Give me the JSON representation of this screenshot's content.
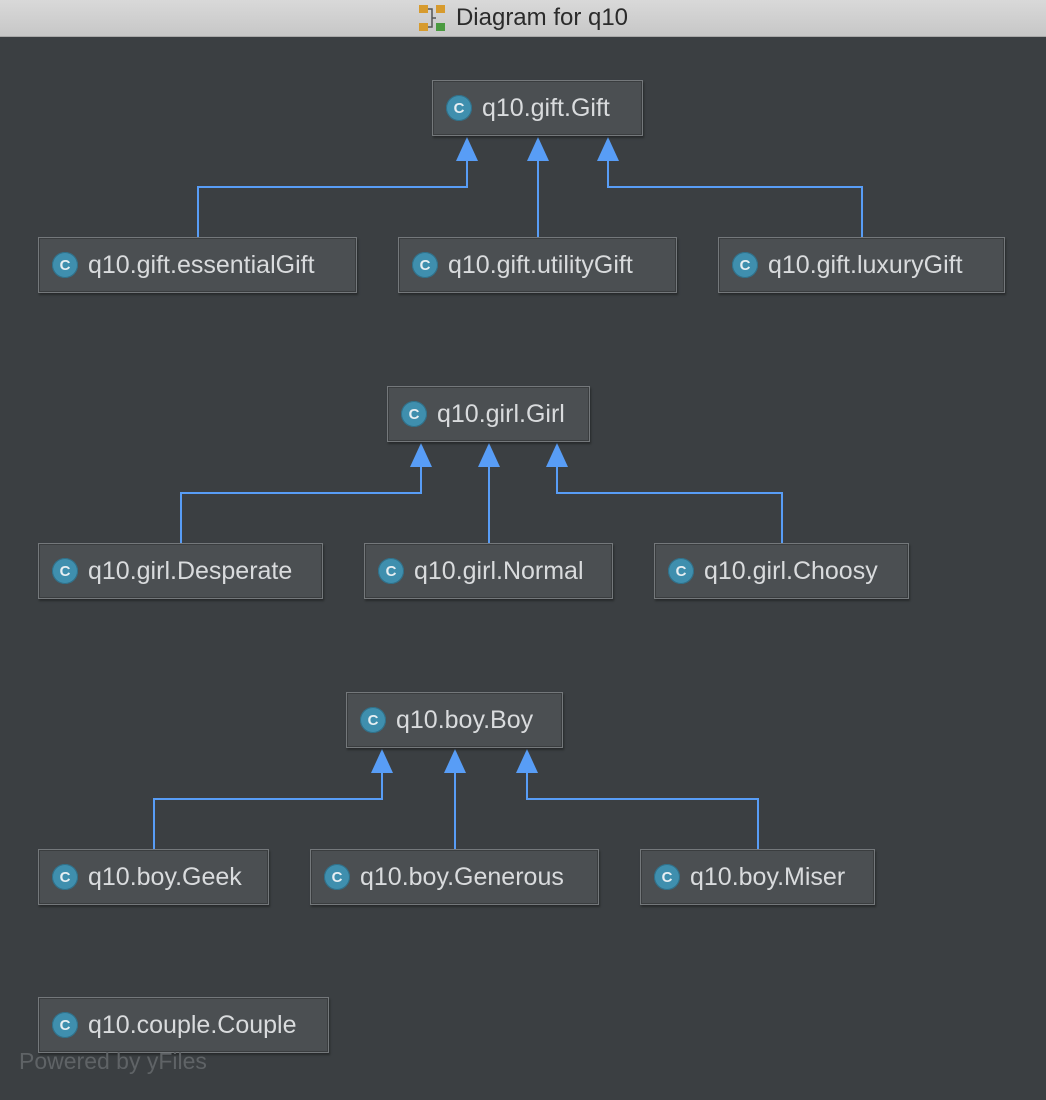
{
  "window": {
    "title": "Diagram for q10"
  },
  "class_icon_letter": "C",
  "colors": {
    "background": "#3b3f42",
    "edge": "#589df6",
    "node_fill": "#4b4f52",
    "class_icon": "#3f8fae"
  },
  "nodes": [
    {
      "id": "gift",
      "label": "q10.gift.Gift"
    },
    {
      "id": "essentialGift",
      "label": "q10.gift.essentialGift"
    },
    {
      "id": "utilityGift",
      "label": "q10.gift.utilityGift"
    },
    {
      "id": "luxuryGift",
      "label": "q10.gift.luxuryGift"
    },
    {
      "id": "girl",
      "label": "q10.girl.Girl"
    },
    {
      "id": "desperate",
      "label": "q10.girl.Desperate"
    },
    {
      "id": "normal",
      "label": "q10.girl.Normal"
    },
    {
      "id": "choosy",
      "label": "q10.girl.Choosy"
    },
    {
      "id": "boy",
      "label": "q10.boy.Boy"
    },
    {
      "id": "geek",
      "label": "q10.boy.Geek"
    },
    {
      "id": "generous",
      "label": "q10.boy.Generous"
    },
    {
      "id": "miser",
      "label": "q10.boy.Miser"
    },
    {
      "id": "couple",
      "label": "q10.couple.Couple"
    }
  ],
  "edges": [
    {
      "from": "essentialGift",
      "to": "gift",
      "type": "extends"
    },
    {
      "from": "utilityGift",
      "to": "gift",
      "type": "extends"
    },
    {
      "from": "luxuryGift",
      "to": "gift",
      "type": "extends"
    },
    {
      "from": "desperate",
      "to": "girl",
      "type": "extends"
    },
    {
      "from": "normal",
      "to": "girl",
      "type": "extends"
    },
    {
      "from": "choosy",
      "to": "girl",
      "type": "extends"
    },
    {
      "from": "geek",
      "to": "boy",
      "type": "extends"
    },
    {
      "from": "generous",
      "to": "boy",
      "type": "extends"
    },
    {
      "from": "miser",
      "to": "boy",
      "type": "extends"
    }
  ],
  "footer": {
    "text": "Powered by yFiles"
  }
}
